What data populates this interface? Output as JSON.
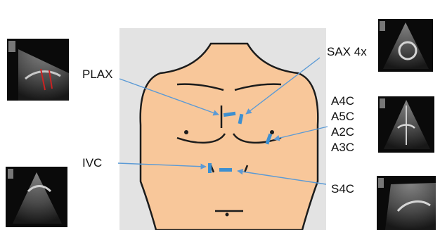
{
  "labels": {
    "plax": "PLAX",
    "ivc": "IVC",
    "sax": "SAX 4x",
    "apical": [
      "A4C",
      "A5C",
      "A2C",
      "A3C"
    ],
    "s4c": "S4C"
  },
  "colors": {
    "skin": "#f8c79a",
    "outline": "#1c1c1c",
    "panel": "#e3e3e3",
    "probe": "#3d8fd0",
    "arrow": "#5b9ad5",
    "echo_frame": "#0a0a0a"
  },
  "icons": {
    "echo_images": [
      "plax-echo-image",
      "ivc-echo-image",
      "sax-echo-image",
      "apical-echo-image",
      "subcostal-echo-image"
    ]
  }
}
